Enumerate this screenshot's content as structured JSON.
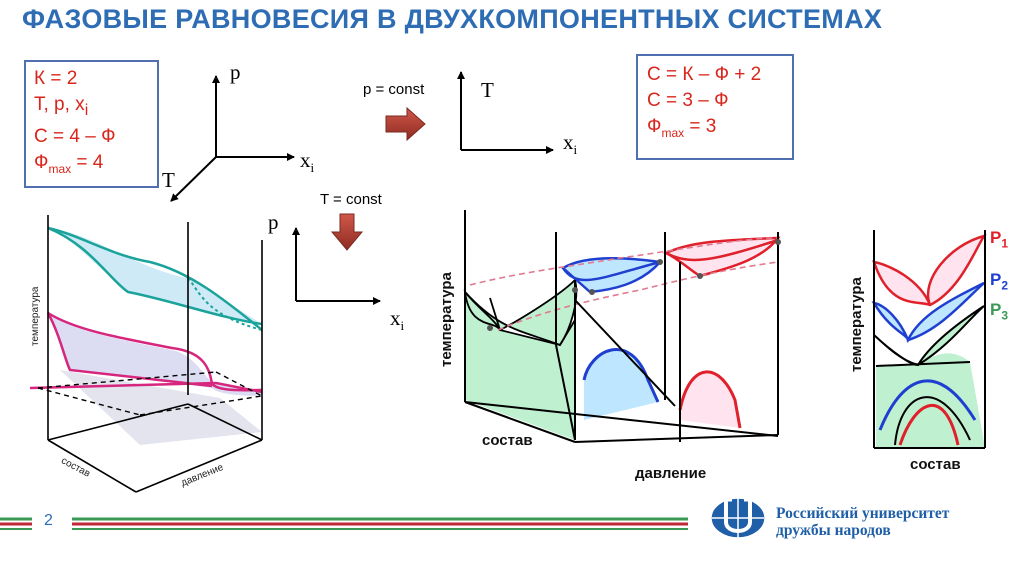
{
  "slide": {
    "title": "ФАЗОВЫЕ РАВНОВЕСИЯ В ДВУХКОМПОНЕНТНЫХ СИСТЕМАХ",
    "page_number": "2"
  },
  "left_box": {
    "line1": "К = 2",
    "line2_main": "Т, р, х",
    "line2_sub": "i",
    "line3": "С = 4 – Ф",
    "line4_main": "Ф",
    "line4_sub": "max",
    "line4_rest": " = 4"
  },
  "right_box": {
    "line1": "С = К – Ф + 2",
    "line2": "С = 3 – Ф",
    "line3_main": "Ф",
    "line3_sub": "max",
    "line3_rest": " = 3"
  },
  "axes3d": {
    "p": "p",
    "x": "x",
    "x_sub": "i",
    "T": "T"
  },
  "pconst": {
    "condition": "p = const",
    "y": "T",
    "x": "x",
    "x_sub": "i"
  },
  "tconst": {
    "condition": "T = const",
    "y": "p",
    "x": "x",
    "x_sub": "i"
  },
  "left_diagram": {
    "ylabel": "температура",
    "xlabel": "состав",
    "zlabel": "давление"
  },
  "middle_diagram": {
    "ylabel": "температура",
    "xlabel": "состав",
    "zlabel": "давление"
  },
  "right_diagram": {
    "ylabel": "температура",
    "xlabel": "состав",
    "p1": "P",
    "p1_sub": "1",
    "p2": "P",
    "p2_sub": "2",
    "p3": "P",
    "p3_sub": "3"
  },
  "logo": {
    "line1": "Российский университет",
    "line2": "дружбы народов"
  },
  "colors": {
    "title": "#2e6db4",
    "box_border": "#4f6fae",
    "box_text": "#d9261c",
    "teal": "#1aa39a",
    "magenta": "#d6267e",
    "green_fill": "#bff0cf",
    "blue": "#1f3fd0",
    "red": "#e0202a",
    "arrow": "#b23a2e",
    "footer_green": "#3a9a55",
    "footer_red": "#c0283a"
  },
  "icons": [
    "right-arrow-icon",
    "down-arrow-icon",
    "university-logo-icon"
  ]
}
